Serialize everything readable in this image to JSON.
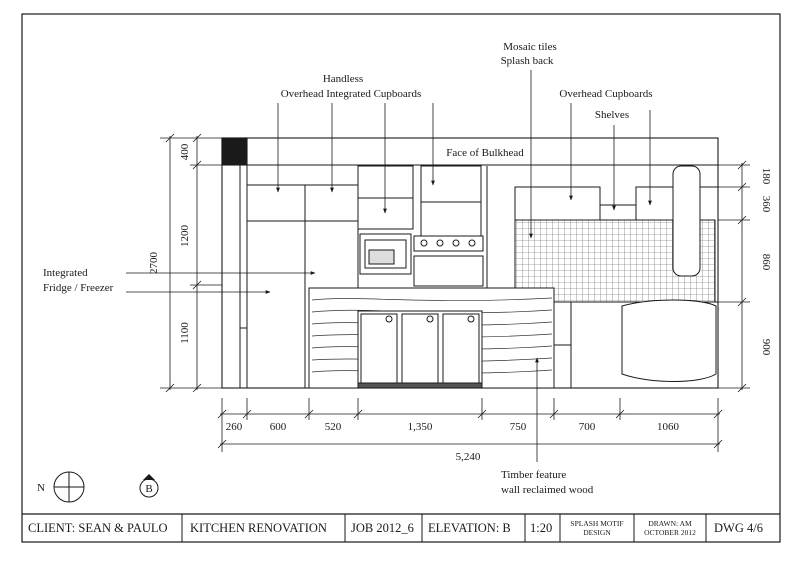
{
  "annotations": {
    "handless_line1": "Handless",
    "handless_line2": "Overhead Integrated Cupboards",
    "mosaic_line1": "Mosaic tiles",
    "mosaic_line2": "Splash back",
    "overhead_cupboards": "Overhead Cupboards",
    "shelves": "Shelves",
    "fridge_line1": "Integrated",
    "fridge_line2": "Fridge / Freezer",
    "bulkhead": "Face of Bulkhead",
    "timber_line1": "Timber feature",
    "timber_line2": "wall reclaimed wood"
  },
  "dimensions": {
    "left_total": "2700",
    "left_top": "400",
    "left_mid": "1200",
    "left_bottom": "1100",
    "right_a": "180",
    "right_b": "360",
    "right_c": "860",
    "right_d": "900",
    "bottom_1": "260",
    "bottom_2": "600",
    "bottom_3": "520",
    "bottom_4": "1,350",
    "bottom_5": "750",
    "bottom_6": "700",
    "bottom_7": "1060",
    "bottom_total": "5,240"
  },
  "compass": {
    "north": "N",
    "elevation_marker": "B"
  },
  "title_block": {
    "client": "CLIENT: SEAN & PAULO",
    "project": "KITCHEN RENOVATION",
    "job": "JOB 2012_6",
    "elevation": "ELEVATION: B",
    "scale": "1:20",
    "studio_line1": "SPLASH MOTIF",
    "studio_line2": "DESIGN",
    "drawn_line1": "DRAWN: AM",
    "drawn_line2": "OCTOBER 2012",
    "drawing_no": "DWG 4/6"
  }
}
